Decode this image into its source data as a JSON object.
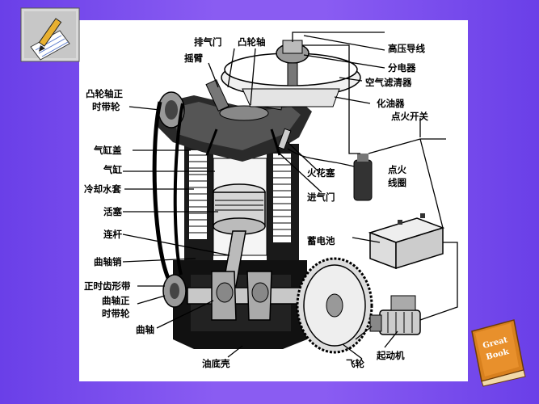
{
  "labels": {
    "exhaust_valve": "排气门",
    "camshaft": "凸轮轴",
    "rocker_arm": "摇臂",
    "cam_timing_gear": [
      "凸轮轴正",
      "时带轮"
    ],
    "cylinder_head": "气缸盖",
    "cylinder": "气缸",
    "cooling_jacket": "冷却水套",
    "piston": "活塞",
    "connecting_rod": "连杆",
    "crank_pin": "曲轴销",
    "timing_belt": "正时齿形带",
    "crank_timing_gear": [
      "曲轴正",
      "时带轮"
    ],
    "crankshaft": "曲轴",
    "oil_pan": "油底壳",
    "flywheel": "飞轮",
    "starter": "起动机",
    "battery": "蓄电池",
    "ignition_coil": [
      "点火",
      "线圈"
    ],
    "spark_plug": "火花塞",
    "intake_valve": "进气门",
    "high_voltage_wire": "高压导线",
    "distributor": "分电器",
    "air_filter": "空气滤清器",
    "carburetor": "化油器",
    "ignition_switch": "点火开关"
  },
  "book_badge": [
    "Great",
    "Book"
  ],
  "colors": {
    "background": "#7b4ff0",
    "panel": "#ffffff",
    "badge": "#e8902c"
  }
}
